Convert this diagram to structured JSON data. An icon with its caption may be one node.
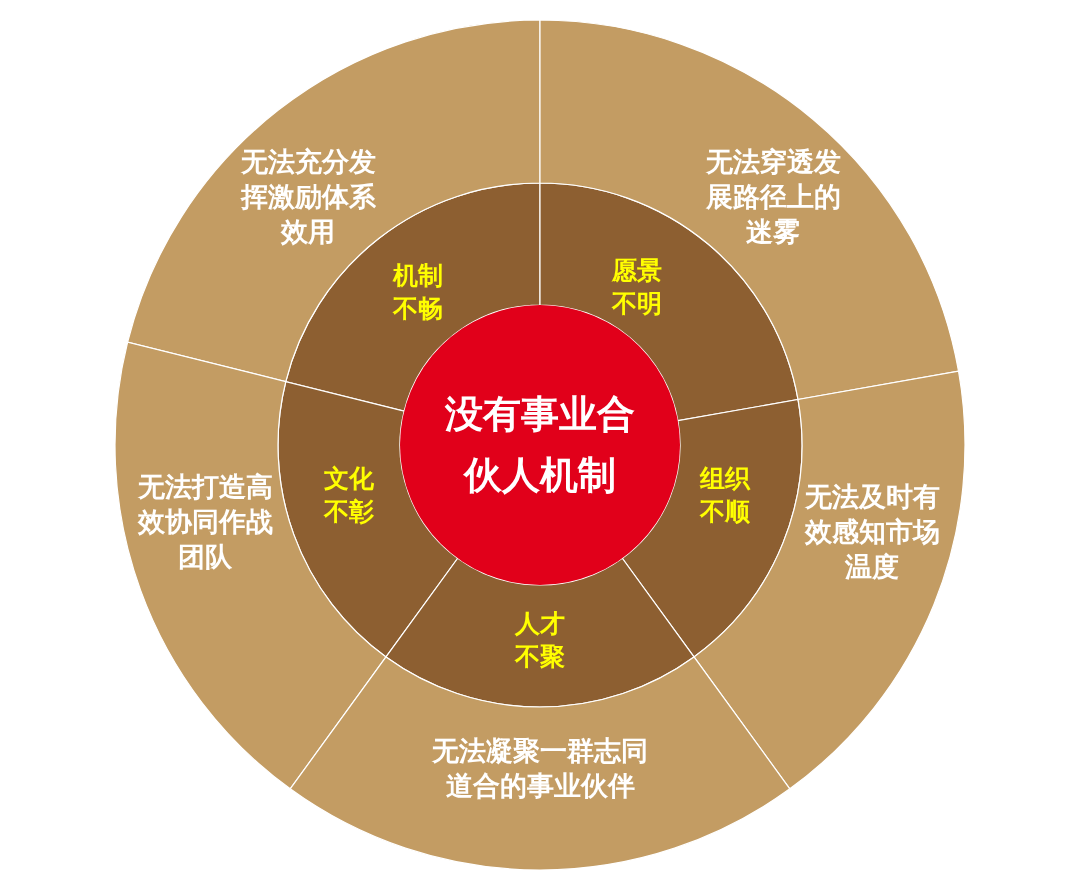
{
  "diagram": {
    "nodes": [
      {
        "text": [
          "没有事业合伙人机制"
        ]
      },
      {
        "text": [
          "机制不畅"
        ]
      },
      {
        "text": [
          "愿景不明"
        ]
      },
      {
        "text": [
          "文化不彰"
        ]
      },
      {
        "text": [
          "组织不顺"
        ]
      },
      {
        "text": [
          "人才不聚"
        ]
      },
      {
        "text": [
          "无法充分发挥激励体系效用"
        ]
      },
      {
        "text": [
          "无法穿透发展路径上的迷雾"
        ]
      },
      {
        "text": [
          "无法打造高效协同作战团队"
        ]
      },
      {
        "text": [
          "无法及时有效感知市场温度"
        ]
      },
      {
        "text": [
          "无法凝聚一群志同道合的事业伙伴"
        ]
      }
    ]
  }
}
